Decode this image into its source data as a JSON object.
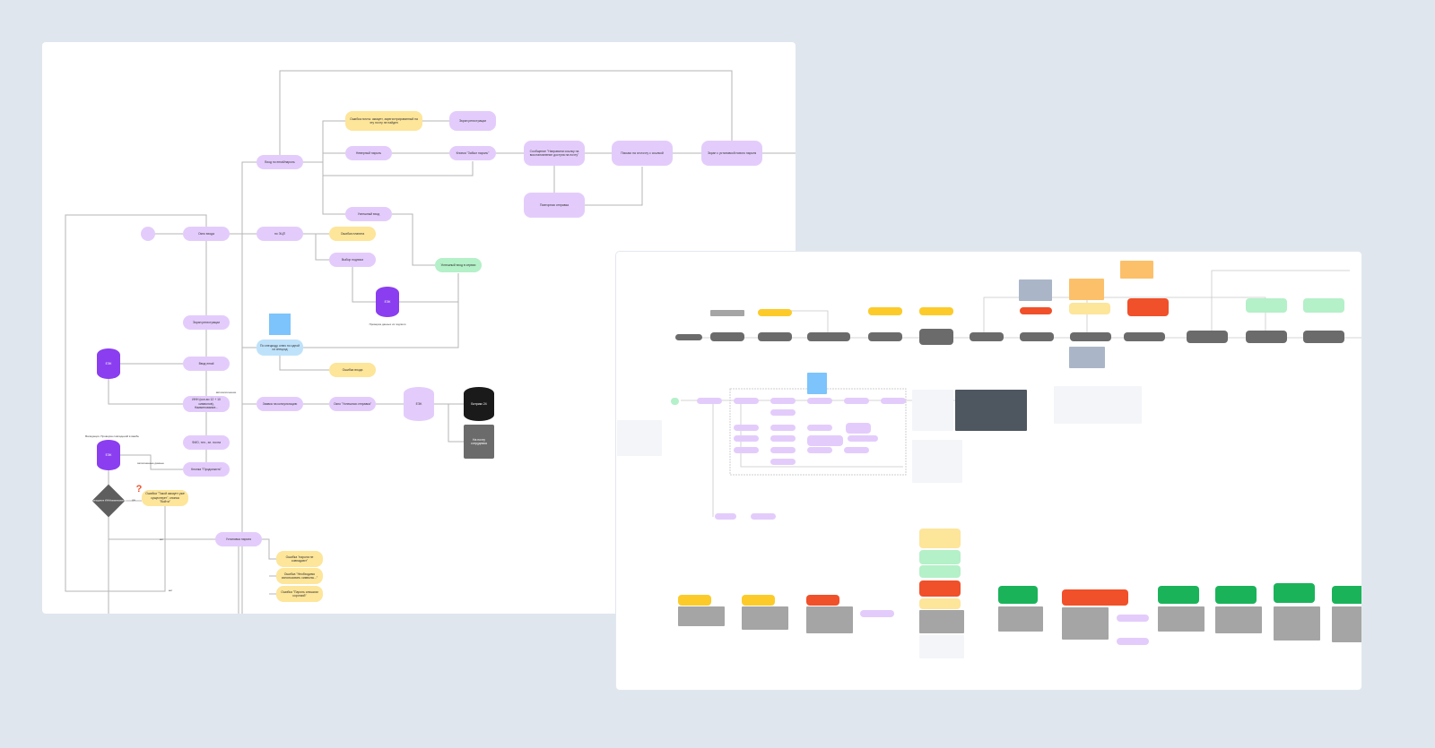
{
  "left_diagram": {
    "nodes": {
      "login_window": "Окно входа",
      "email_password": "Вход по email/пароль",
      "email_error": "Ошибка почты: аккаунт, зарегистрированный на эту почту не найден",
      "register_screen_1": "Экран регистрации",
      "wrong_password": "Неверный пароль",
      "forgot_button": "Кнопка \"Забыл пароль\"",
      "message_sent": "Сообщение \"Направили ссылку на восстановление доступа на почту\"",
      "email_letter": "Письмо на эл.почту с ссылкой",
      "new_password_screen": "Экран с установкой нового пароля",
      "resend": "Повторная отправка",
      "success_login": "Успешный вход",
      "by_eds": "по ЭЦП",
      "plugin_error": "Ошибка плагина",
      "choose_signature": "Выбор подписи",
      "success_service": "Успешный вход в сервис",
      "by_code": "По спецкоду, ключ по одной из спецкод",
      "login_error": "Ошибка входа",
      "register_screen_2": "Экран регистрации",
      "email_input": "Ввод email",
      "inn": "ИНН (кол-во 12 + 10 символов), Наименование...",
      "consultation": "Заявка на консультацию",
      "success_sent": "Окно \"Успешная отправка\"",
      "fio": "ФИО, тел., эл. почта",
      "continue_button": "Кнопка \"Продолжить\"",
      "account_exists": "Ошибка \"Такой аккаунт уже существует\", кнопка \"Войти\"",
      "set_password": "Установка пароля",
      "err_mismatch": "Ошибка \"пароли не совпадают\"",
      "err_symbols": "Ошибка \"Необходимо использовать символы...\"",
      "err_short": "Ошибка \"Пароль слишком короткий\"",
      "bitrix": "Битрикс 24",
      "to_employee": "На почту сотрудника",
      "decision": "Совпадение ИНН/наименования"
    },
    "databases": {
      "db": "ЕЭК"
    },
    "labels": {
      "signature_check": "Проверка данных из подписи",
      "autofill": "автозаполнение",
      "validation": "Валидация. Проверка совпадений в вамбе",
      "filled_data": "заполненные данные",
      "yes": "да",
      "no": "нет",
      "question": "?"
    }
  },
  "colors": {
    "background": "#dfe6ee",
    "purple_node": "#e3ccfb",
    "yellow_node": "#fde59a",
    "green_node": "#b4f0c8",
    "blue_node": "#bfe2fb",
    "database": "#8a3ef0",
    "gray_node": "#6b6b6b",
    "red_node": "#f0502a",
    "accent_yellow": "#fccb2a"
  }
}
